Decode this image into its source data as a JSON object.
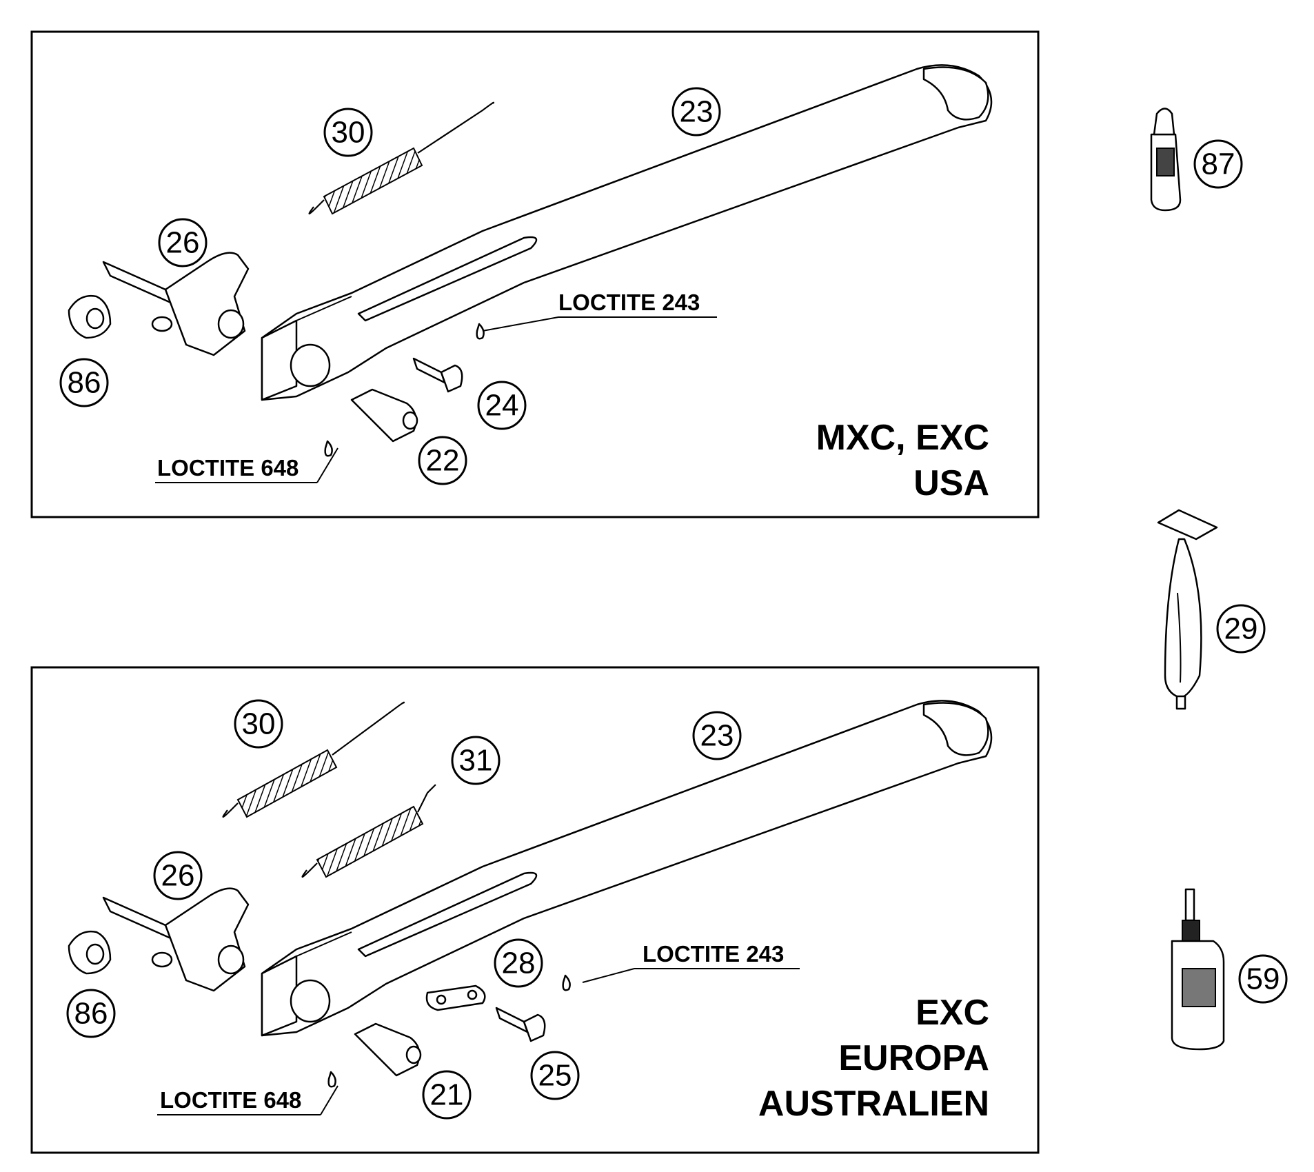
{
  "panels": [
    {
      "model_lines": [
        "MXC, EXC",
        "USA"
      ],
      "loctite_upper": "LOCTITE 243",
      "loctite_lower": "LOCTITE 648",
      "callouts": [
        "23",
        "30",
        "26",
        "86",
        "24",
        "22"
      ]
    },
    {
      "model_lines": [
        "EXC",
        "EUROPA",
        "AUSTRALIEN"
      ],
      "loctite_upper": "LOCTITE 243",
      "loctite_lower": "LOCTITE 648",
      "callouts": [
        "30",
        "31",
        "23",
        "26",
        "86",
        "28",
        "25",
        "21"
      ]
    }
  ],
  "accessories": [
    "87",
    "29",
    "59"
  ]
}
